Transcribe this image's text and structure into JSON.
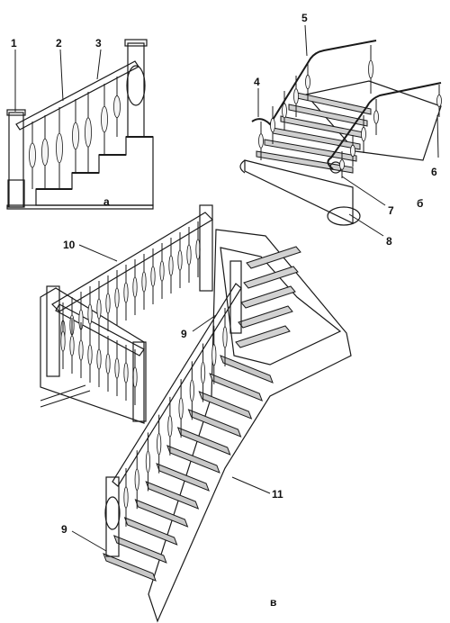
{
  "labels": {
    "n1": "1",
    "n2": "2",
    "n3": "3",
    "n4": "4",
    "n5": "5",
    "n6": "6",
    "n7": "7",
    "n8": "8",
    "n9a": "9",
    "n9b": "9",
    "n10": "10",
    "n11": "11",
    "fig_a": "а",
    "fig_b": "б",
    "fig_v": "в"
  },
  "colors": {
    "ink": "#1a1a1a",
    "tread": "#cfcfcf",
    "stringer": "#6e6e6e",
    "floor": "#bdbdbd",
    "dark": "#4a4a4a"
  }
}
